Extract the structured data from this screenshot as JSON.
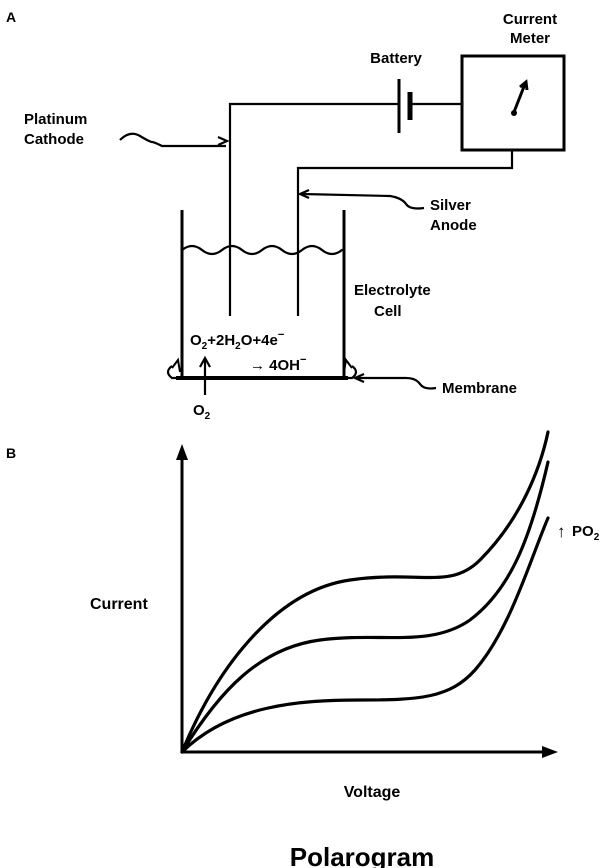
{
  "panel_a": {
    "label": "A",
    "battery_label": "Battery",
    "meter_label_line1": "Current",
    "meter_label_line2": "Meter",
    "cathode_label_line1": "Platinum",
    "cathode_label_line2": "Cathode",
    "anode_label_line1": "Silver",
    "anode_label_line2": "Anode",
    "cell_label_line1": "Electrolyte",
    "cell_label_line2": "Cell",
    "membrane_label": "Membrane",
    "o2_label": "O",
    "o2_sub": "2",
    "reaction_line1": {
      "o": "O",
      "s1": "2",
      "plus1": "+2H",
      "s2": "2",
      "water": "O+4e",
      "sup": "−"
    },
    "reaction_line2": {
      "arrow": "→ 4OH",
      "sup": "−"
    }
  },
  "panel_b": {
    "label": "B",
    "y_axis_label": "Current",
    "x_axis_label": "Voltage",
    "po2_arrow": "↑",
    "po2_label": "PO",
    "po2_sub": "2",
    "title": "Polarogram"
  }
}
